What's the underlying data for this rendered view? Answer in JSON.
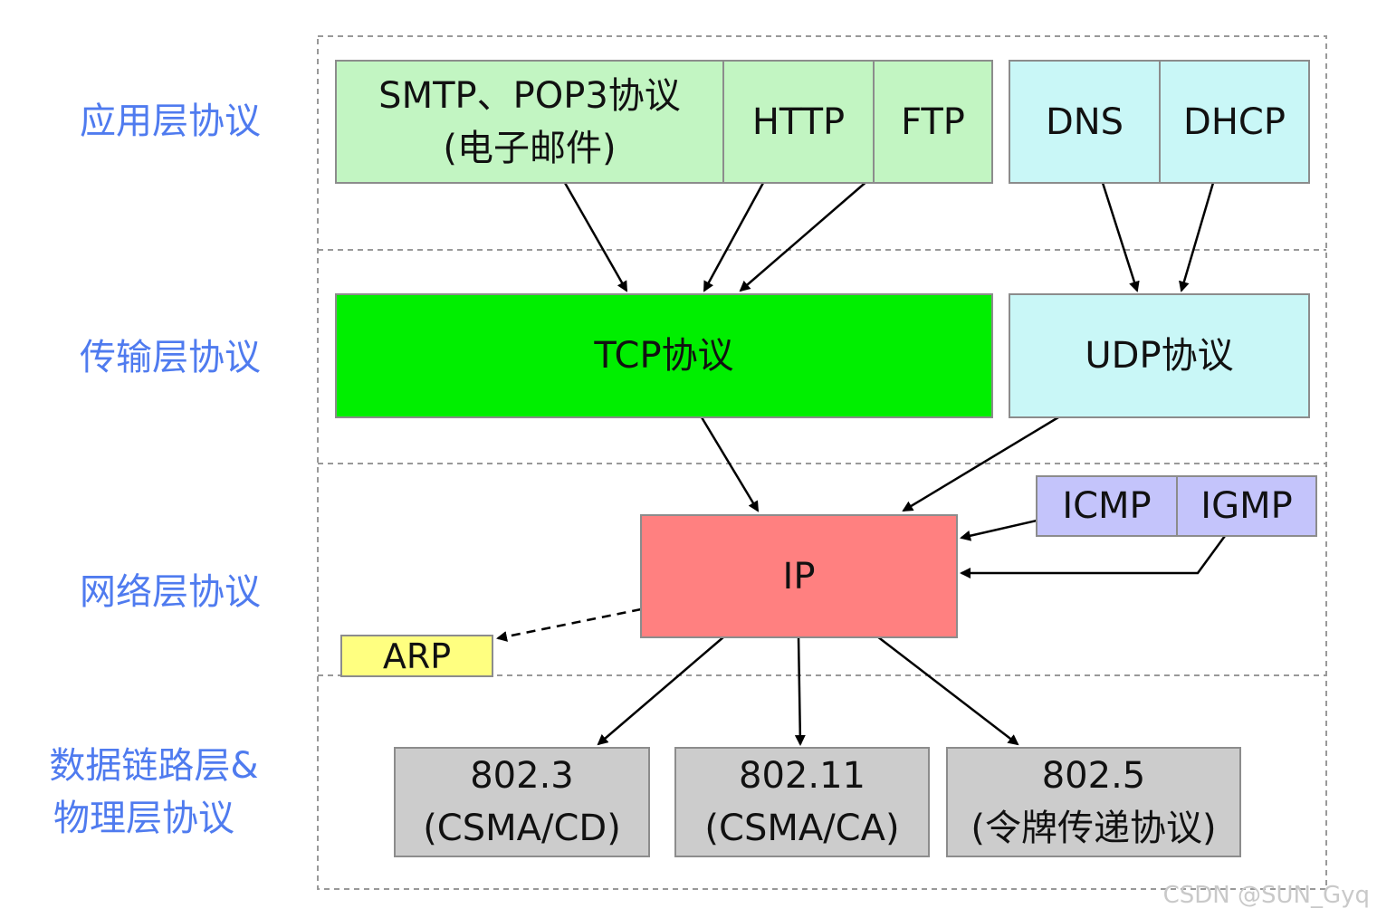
{
  "layers": {
    "application": "应用层协议",
    "transport": "传输层协议",
    "network": "网络层协议",
    "datalink_line1": "数据链路层&",
    "datalink_line2": "物理层协议"
  },
  "boxes": {
    "smtp_line1": "SMTP、POP3协议",
    "smtp_line2": "(电子邮件)",
    "http": "HTTP",
    "ftp": "FTP",
    "dns": "DNS",
    "dhcp": "DHCP",
    "tcp": "TCP协议",
    "udp": "UDP协议",
    "icmp": "ICMP",
    "igmp": "IGMP",
    "ip": "IP",
    "arp": "ARP",
    "e8023_line1": "802.3",
    "e8023_line2": "(CSMA/CD)",
    "e80211_line1": "802.11",
    "e80211_line2": "(CSMA/CA)",
    "e8025_line1": "802.5",
    "e8025_line2": "(令牌传递协议)"
  },
  "colors": {
    "light_green": "#c2f5c2",
    "cyan": "#c9f7f7",
    "tcp_green": "#00ef00",
    "purple": "#c4c4fb",
    "ip_red": "#ff8080",
    "arp_yellow": "#ffff80",
    "gray": "#cccccc",
    "label_blue": "#4f7bef"
  },
  "watermark": "CSDN @SUN_Gyq"
}
